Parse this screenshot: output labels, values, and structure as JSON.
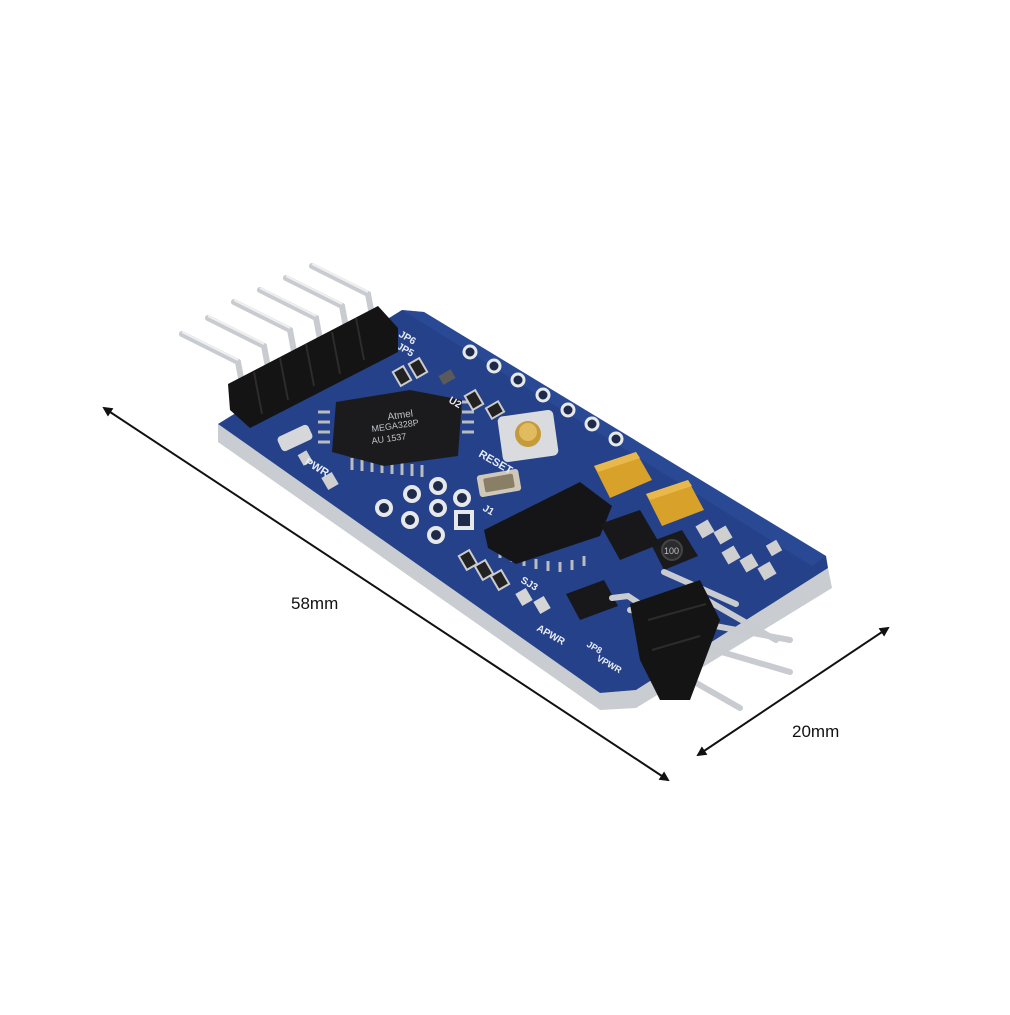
{
  "dimensions": {
    "length_label": "58mm",
    "width_label": "20mm"
  },
  "board_labels": {
    "jp6": "JP6",
    "jp5": "JP5",
    "reset": "RESET",
    "pwr": "PWR",
    "u2": "U2",
    "j1": "J1",
    "sj3": "SJ3",
    "apwr": "APWR",
    "jp8": "JP8",
    "vpwr": "VPWR"
  },
  "chip_marking": {
    "brand": "Atmel",
    "model": "MEGA328P",
    "lot": "AU 1537"
  },
  "inductor_marking": "100",
  "colors": {
    "pcb": "#24418a",
    "pcb_edge": "#c9ccd1",
    "header": "#141414",
    "pin": "#c8cbcf",
    "tantalum": "#d8a12a"
  },
  "icons": {
    "arrow_58mm": "double-headed-arrow",
    "arrow_20mm": "double-headed-arrow"
  }
}
